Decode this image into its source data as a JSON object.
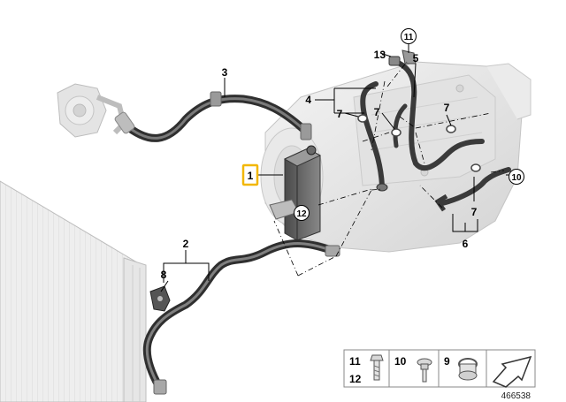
{
  "callouts": {
    "c1": "1",
    "c2": "2",
    "c3": "3",
    "c4": "4",
    "c5": "5",
    "c6": "6",
    "c7a": "7",
    "c7b": "7",
    "c7c": "7",
    "c7d": "7",
    "c8": "8",
    "c10": "10",
    "c11": "11",
    "c12": "12",
    "c13": "13"
  },
  "legend": {
    "item_11": "11",
    "item_12": "12",
    "item_10": "10",
    "item_9": "9"
  },
  "diagram_id": "466538",
  "colors": {
    "highlight": "#f2b705",
    "line": "#000000",
    "part_gray": "#cfcfcf",
    "hose_dark": "#3a3a3a"
  }
}
